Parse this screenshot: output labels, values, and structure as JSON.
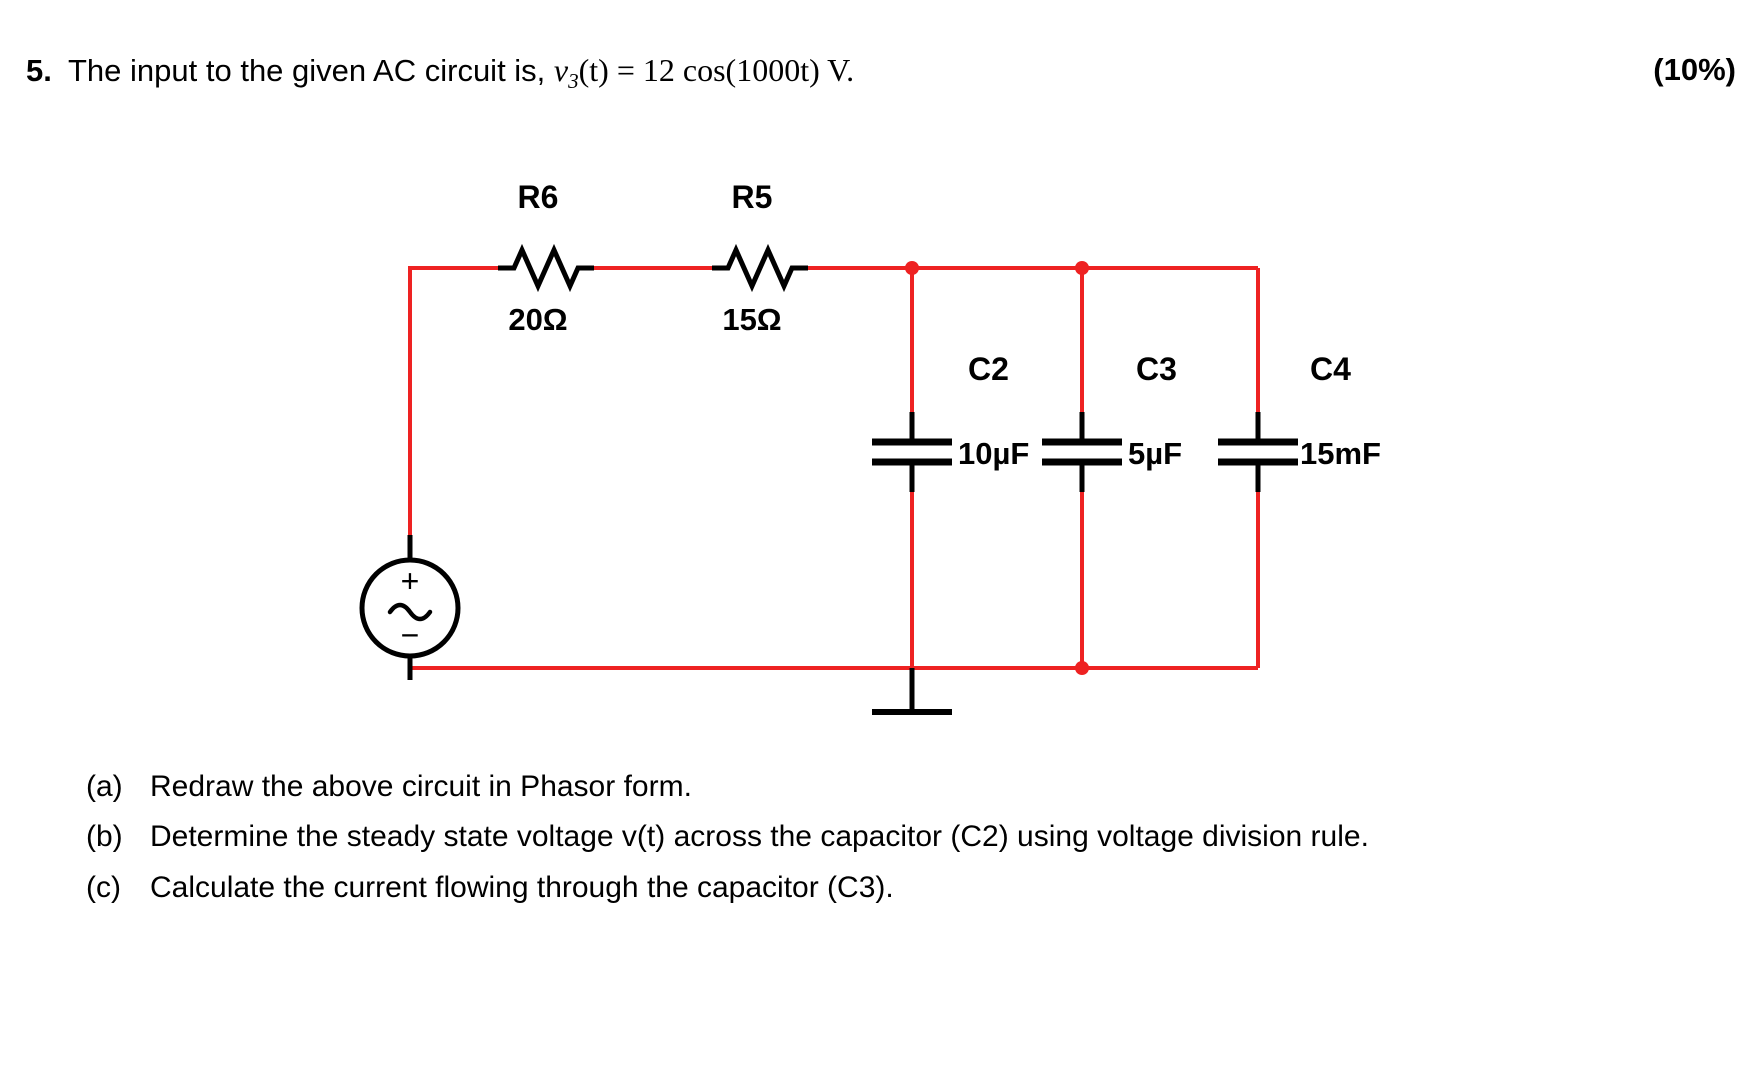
{
  "question": {
    "number": "5.",
    "prompt_prefix": "The input to the given AC circuit is,",
    "source_symbol": "v",
    "source_subscript": "3",
    "source_expr_tail": "(t) = 12 cos(1000t) V.",
    "marks": "(10%)"
  },
  "circuit": {
    "wire_color": "#ee2222",
    "component_color": "#000000",
    "source": {
      "name": "ac-voltage-source",
      "plus": "+",
      "minus": "−",
      "wave": "~"
    },
    "resistors": [
      {
        "label": "R6",
        "value": "20Ω"
      },
      {
        "label": "R5",
        "value": "15Ω"
      }
    ],
    "capacitors": [
      {
        "label": "C2",
        "value": "10µF"
      },
      {
        "label": "C3",
        "value": "5µF"
      },
      {
        "label": "C4",
        "value": "15mF"
      }
    ],
    "ground_label": ""
  },
  "subquestions": [
    {
      "label": "(a)",
      "text": "Redraw the above circuit in Phasor form."
    },
    {
      "label": "(b)",
      "text": "Determine the steady state voltage v(t) across the capacitor (C2) using voltage division rule."
    },
    {
      "label": "(c)",
      "text": "Calculate the current flowing through the capacitor (C3)."
    }
  ]
}
